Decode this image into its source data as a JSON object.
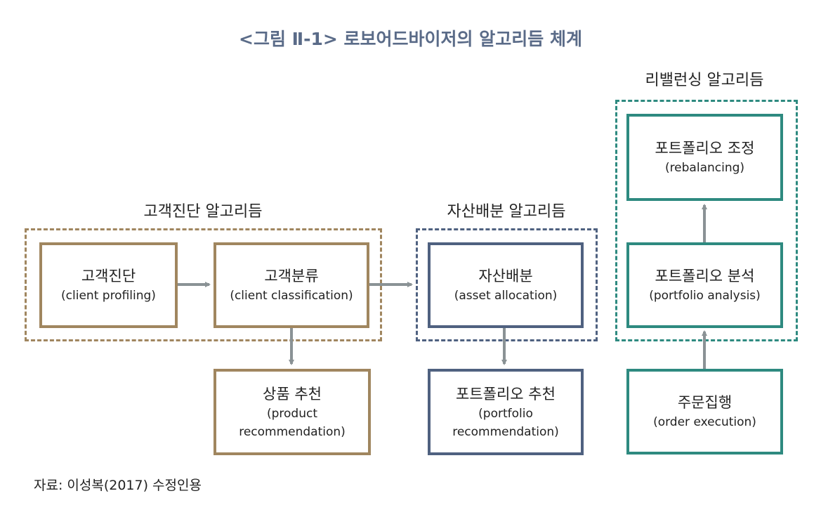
{
  "title": "<그림 Ⅱ-1> 로보어드바이저의 알고리듬 체계",
  "colors": {
    "client": "#a0865f",
    "asset": "#4f6180",
    "rebalance": "#2e8a80",
    "arrow": "#8a9295",
    "title": "#5a6b88"
  },
  "groups": {
    "client": {
      "label": "고객진단 알고리듬"
    },
    "asset": {
      "label": "자산배분 알고리듬"
    },
    "rebalance": {
      "label": "리밸런싱 알고리듬"
    }
  },
  "boxes": {
    "profiling": {
      "ko": "고객진단",
      "en": "(client profiling)"
    },
    "classification": {
      "ko": "고객분류",
      "en": "(client classification)"
    },
    "product": {
      "ko": "상품 추천",
      "en": "(product",
      "en2": "recommendation)"
    },
    "allocation": {
      "ko": "자산배분",
      "en": "(asset allocation)"
    },
    "portfolio_rec": {
      "ko": "포트폴리오 추천",
      "en": "(portfolio",
      "en2": "recommendation)"
    },
    "rebalancing": {
      "ko": "포트폴리오 조정",
      "en": "(rebalancing)"
    },
    "analysis": {
      "ko": "포트폴리오 분석",
      "en": "(portfolio analysis)"
    },
    "order": {
      "ko": "주문집행",
      "en": "(order execution)"
    }
  },
  "source": "자료: 이성복(2017) 수정인용"
}
